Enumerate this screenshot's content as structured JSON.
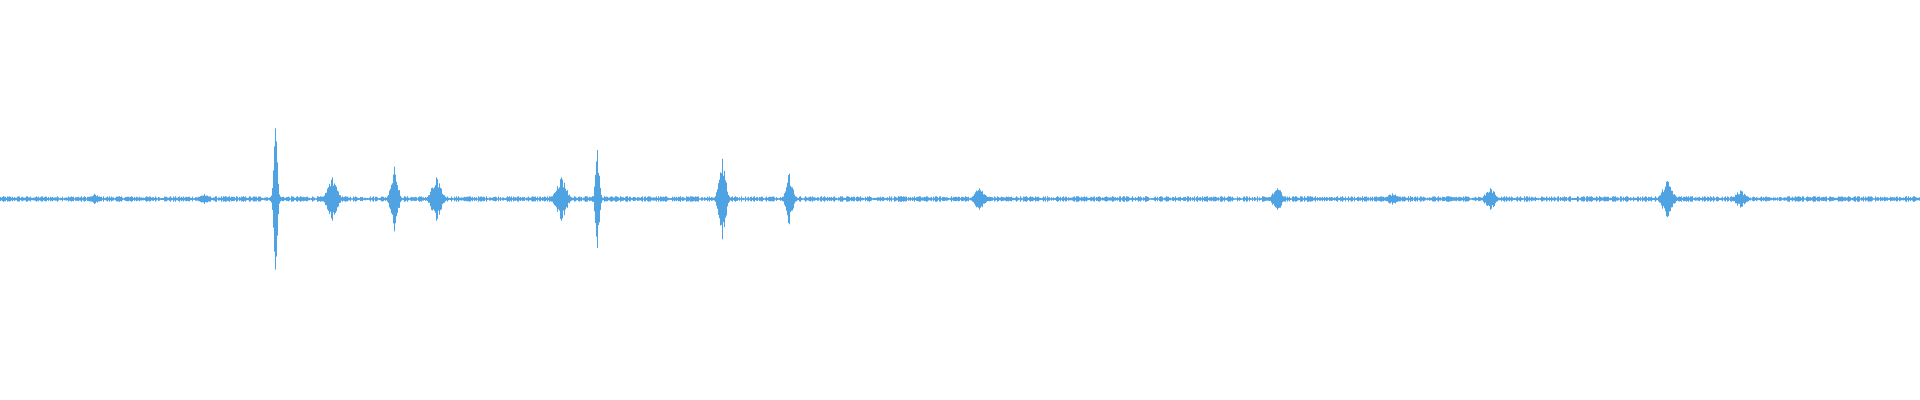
{
  "waveform": {
    "color": "#4FA3E3",
    "background": "#ffffff",
    "baseline_level": 0.04,
    "spikes": [
      {
        "at": 0.049,
        "level": 0.07
      },
      {
        "at": 0.106,
        "level": 0.07
      },
      {
        "at": 0.143,
        "level": 0.98
      },
      {
        "at": 0.173,
        "level": 0.3
      },
      {
        "at": 0.205,
        "level": 0.45
      },
      {
        "at": 0.227,
        "level": 0.3
      },
      {
        "at": 0.292,
        "level": 0.3
      },
      {
        "at": 0.311,
        "level": 0.68
      },
      {
        "at": 0.376,
        "level": 0.56
      },
      {
        "at": 0.411,
        "level": 0.35
      },
      {
        "at": 0.51,
        "level": 0.15
      },
      {
        "at": 0.665,
        "level": 0.15
      },
      {
        "at": 0.725,
        "level": 0.08
      },
      {
        "at": 0.776,
        "level": 0.15
      },
      {
        "at": 0.868,
        "level": 0.25
      },
      {
        "at": 0.906,
        "level": 0.12
      }
    ]
  }
}
